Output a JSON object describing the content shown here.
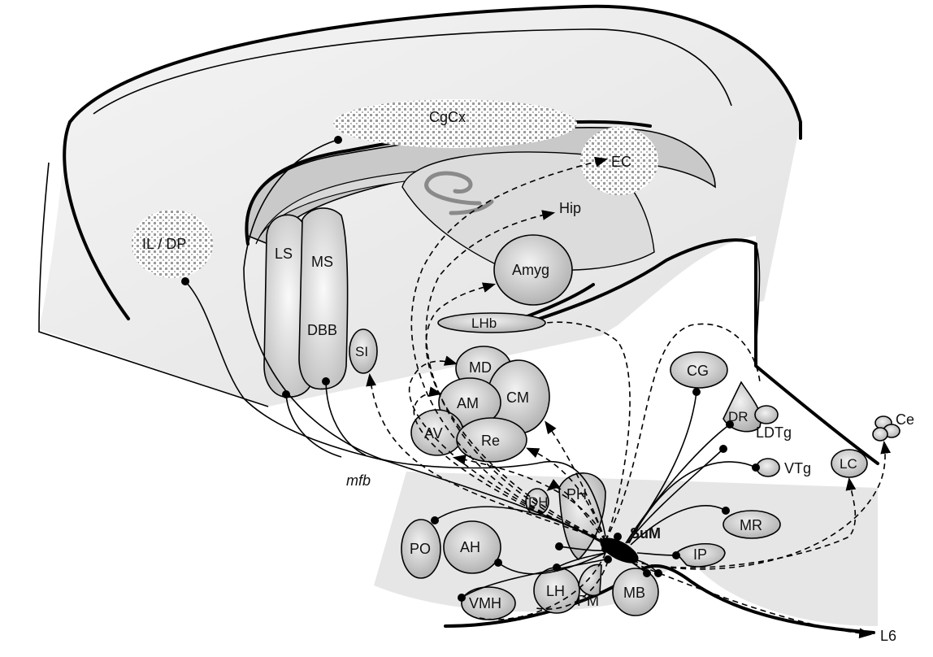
{
  "regions": {
    "cgcx": "CgCx",
    "ec": "EC",
    "hip": "Hip",
    "il_dp": "IL / DP",
    "ls": "LS",
    "ms": "MS",
    "dbb": "DBB",
    "amyg": "Amyg",
    "lhb": "LHb",
    "si": "SI",
    "md": "MD",
    "am": "AM",
    "cm": "CM",
    "av": "AV",
    "re": "Re",
    "cg": "CG",
    "dr": "DR",
    "ldtg": "LDTg",
    "ce": "Ce",
    "vtg": "VTg",
    "lc": "LC",
    "mr": "MR",
    "mfb": "mfb",
    "dh": "DH",
    "ph": "PH",
    "sum": "SuM",
    "po": "PO",
    "ah": "AH",
    "ip": "IP",
    "vmh": "VMH",
    "lh": "LH",
    "pm": "PM",
    "mb": "MB",
    "l6": "L6"
  }
}
